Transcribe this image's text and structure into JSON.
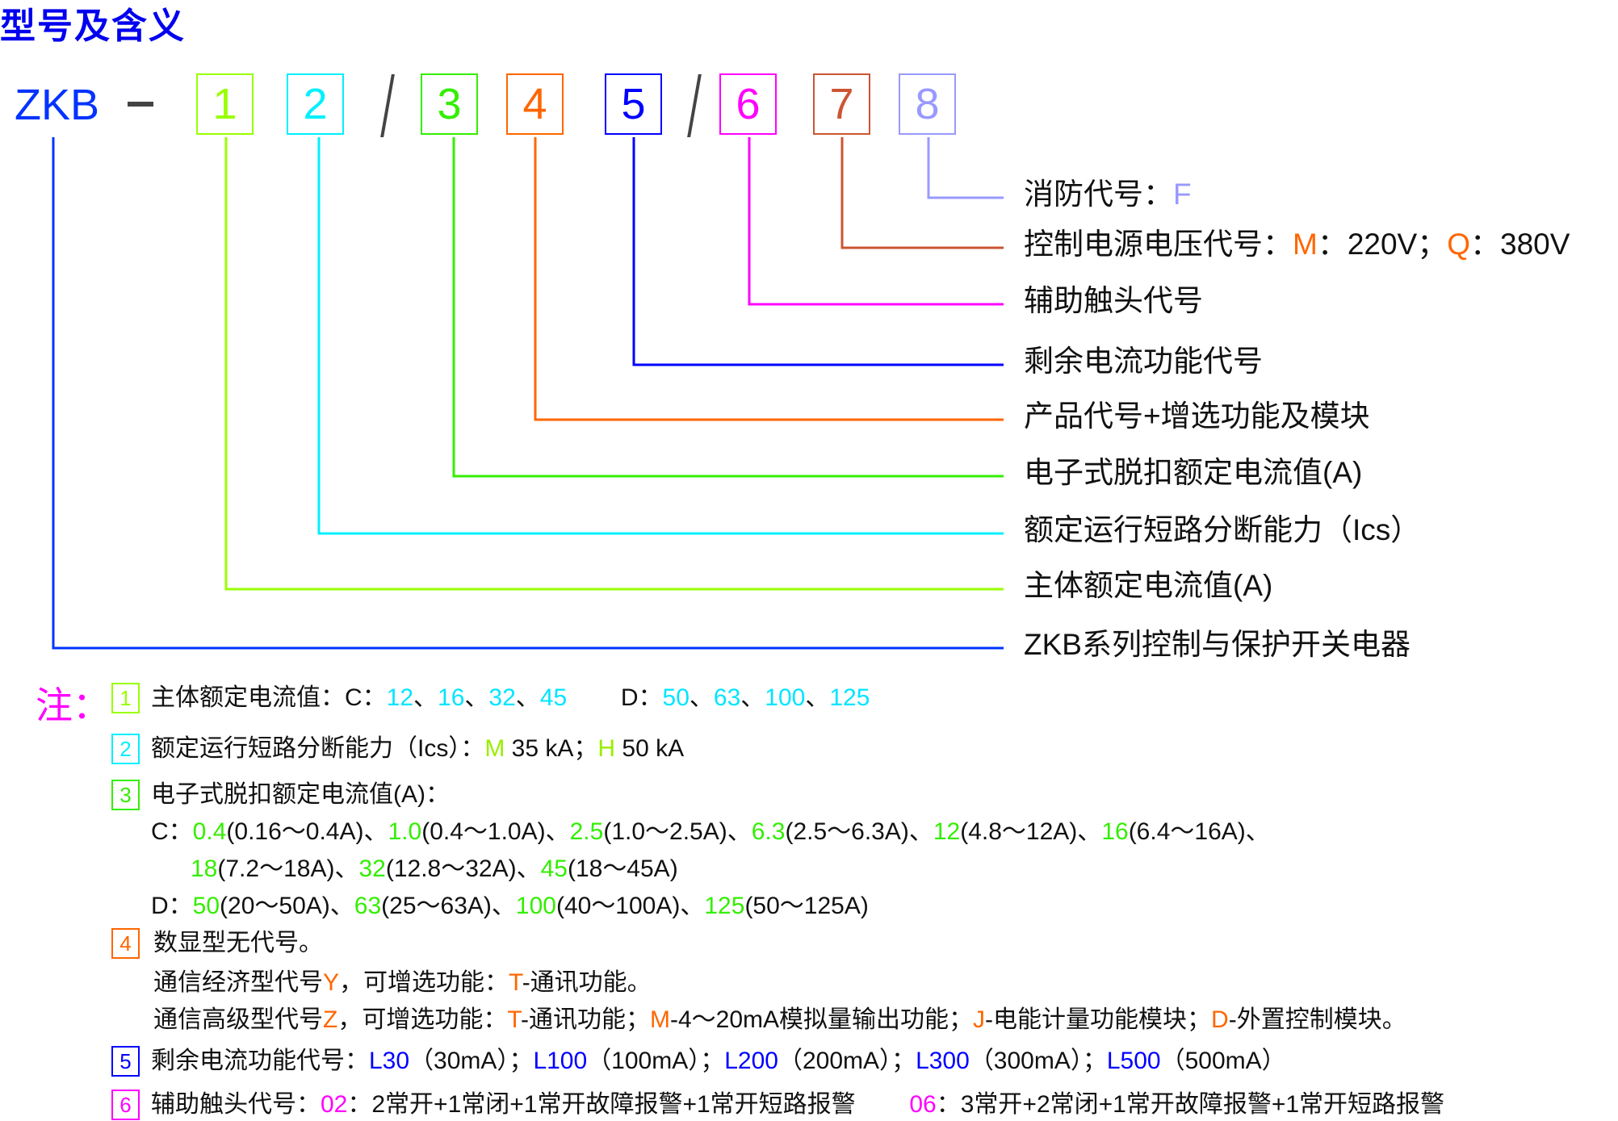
{
  "title": "型号及含义",
  "model": {
    "prefix": "ZKB",
    "dash": "-",
    "slash": "/",
    "boxes": [
      {
        "num": "1",
        "color": "#99ff00"
      },
      {
        "num": "2",
        "color": "#00f0ff"
      },
      {
        "num": "3",
        "color": "#33ee00"
      },
      {
        "num": "4",
        "color": "#ff6600"
      },
      {
        "num": "5",
        "color": "#0000ff"
      },
      {
        "num": "6",
        "color": "#ff00ff"
      },
      {
        "num": "7",
        "color": "#cc5533"
      },
      {
        "num": "8",
        "color": "#9999ff"
      }
    ],
    "prefix_color": "#0033ff"
  },
  "legend": [
    {
      "segments": [
        {
          "t": "消防代号："
        },
        {
          "t": "F",
          "c": "#9999ff"
        }
      ]
    },
    {
      "segments": [
        {
          "t": "控制电源电压代号："
        },
        {
          "t": "M",
          "c": "#ff6600"
        },
        {
          "t": "：220V；"
        },
        {
          "t": "Q",
          "c": "#ff6600"
        },
        {
          "t": "：380V"
        }
      ]
    },
    {
      "segments": [
        {
          "t": "辅助触头代号"
        }
      ]
    },
    {
      "segments": [
        {
          "t": "剩余电流功能代号"
        }
      ]
    },
    {
      "segments": [
        {
          "t": "产品代号+增选功能及模块"
        }
      ]
    },
    {
      "segments": [
        {
          "t": "电子式脱扣额定电流值(A)"
        }
      ]
    },
    {
      "segments": [
        {
          "t": "额定运行短路分断能力（Ics）"
        }
      ]
    },
    {
      "segments": [
        {
          "t": "主体额定电流值(A)"
        }
      ]
    },
    {
      "segments": [
        {
          "t": "ZKB系列控制与保护开关电器"
        }
      ]
    }
  ],
  "notes": {
    "mark": "注：",
    "lines": [
      {
        "box": "1",
        "segments": [
          {
            "t": "主体额定电流值：C："
          },
          {
            "t": "12",
            "c": "#00e5ff"
          },
          {
            "t": "、"
          },
          {
            "t": "16",
            "c": "#00e5ff"
          },
          {
            "t": "、"
          },
          {
            "t": "32",
            "c": "#00e5ff"
          },
          {
            "t": "、"
          },
          {
            "t": "45",
            "c": "#00e5ff"
          },
          {
            "t": "        D："
          },
          {
            "t": "50",
            "c": "#00e5ff"
          },
          {
            "t": "、"
          },
          {
            "t": "63",
            "c": "#00e5ff"
          },
          {
            "t": "、"
          },
          {
            "t": "100",
            "c": "#00e5ff"
          },
          {
            "t": "、"
          },
          {
            "t": "125",
            "c": "#00e5ff"
          }
        ]
      },
      {
        "box": "2",
        "segments": [
          {
            "t": "额定运行短路分断能力（Ics）："
          },
          {
            "t": "M",
            "c": "#99ee00"
          },
          {
            "t": " 35 kA；"
          },
          {
            "t": "H",
            "c": "#99ee00"
          },
          {
            "t": " 50 kA"
          }
        ]
      },
      {
        "box": "3",
        "segments": [
          {
            "t": "电子式脱扣额定电流值(A)："
          }
        ]
      },
      {
        "segments": [
          {
            "t": "C："
          },
          {
            "t": "0.4",
            "c": "#33ee00"
          },
          {
            "t": "(0.16～0.4A)、"
          },
          {
            "t": "1.0",
            "c": "#33ee00"
          },
          {
            "t": "(0.4～1.0A)、"
          },
          {
            "t": "2.5",
            "c": "#33ee00"
          },
          {
            "t": "(1.0～2.5A)、"
          },
          {
            "t": "6.3",
            "c": "#33ee00"
          },
          {
            "t": "(2.5～6.3A)、"
          },
          {
            "t": "12",
            "c": "#33ee00"
          },
          {
            "t": "(4.8～12A)、"
          },
          {
            "t": "16",
            "c": "#33ee00"
          },
          {
            "t": "(6.4～16A)、"
          }
        ]
      },
      {
        "segments": [
          {
            "t": "18",
            "c": "#33ee00"
          },
          {
            "t": "(7.2～18A)、"
          },
          {
            "t": "32",
            "c": "#33ee00"
          },
          {
            "t": "(12.8～32A)、"
          },
          {
            "t": "45",
            "c": "#33ee00"
          },
          {
            "t": "(18～45A)"
          }
        ]
      },
      {
        "segments": [
          {
            "t": "D："
          },
          {
            "t": "50",
            "c": "#33ee00"
          },
          {
            "t": "(20～50A)、"
          },
          {
            "t": "63",
            "c": "#33ee00"
          },
          {
            "t": "(25～63A)、"
          },
          {
            "t": "100",
            "c": "#33ee00"
          },
          {
            "t": "(40～100A)、"
          },
          {
            "t": "125",
            "c": "#33ee00"
          },
          {
            "t": "(50～125A)"
          }
        ]
      },
      {
        "box": "4",
        "segments": [
          {
            "t": "数显型无代号。"
          }
        ]
      },
      {
        "segments": [
          {
            "t": "通信经济型代号"
          },
          {
            "t": "Y",
            "c": "#ff6600"
          },
          {
            "t": "，可增选功能："
          },
          {
            "t": "T",
            "c": "#ff6600"
          },
          {
            "t": "-通讯功能。"
          }
        ]
      },
      {
        "segments": [
          {
            "t": "通信高级型代号"
          },
          {
            "t": "Z",
            "c": "#ff6600"
          },
          {
            "t": "，可增选功能："
          },
          {
            "t": "T",
            "c": "#ff6600"
          },
          {
            "t": "-通讯功能；"
          },
          {
            "t": "M",
            "c": "#ff6600"
          },
          {
            "t": "-4～20mA模拟量输出功能；"
          },
          {
            "t": "J",
            "c": "#ff6600"
          },
          {
            "t": "-电能计量功能模块；"
          },
          {
            "t": "D",
            "c": "#ff6600"
          },
          {
            "t": "-外置控制模块。"
          }
        ]
      },
      {
        "box": "5",
        "segments": [
          {
            "t": "剩余电流功能代号："
          },
          {
            "t": "L30",
            "c": "#0000ff"
          },
          {
            "t": "（30mA）；"
          },
          {
            "t": "L100",
            "c": "#0000ff"
          },
          {
            "t": "（100mA）；"
          },
          {
            "t": "L200",
            "c": "#0000ff"
          },
          {
            "t": "（200mA）；"
          },
          {
            "t": "L300",
            "c": "#0000ff"
          },
          {
            "t": "（300mA）；"
          },
          {
            "t": "L500",
            "c": "#0000ff"
          },
          {
            "t": "（500mA）"
          }
        ]
      },
      {
        "box": "6",
        "segments": [
          {
            "t": "辅助触头代号："
          },
          {
            "t": "02",
            "c": "#ff00ff"
          },
          {
            "t": "：2常开+1常闭+1常开故障报警+1常开短路报警        "
          },
          {
            "t": "06",
            "c": "#ff00ff"
          },
          {
            "t": "：3常开+2常闭+1常开故障报警+1常开短路报警"
          }
        ]
      }
    ]
  }
}
